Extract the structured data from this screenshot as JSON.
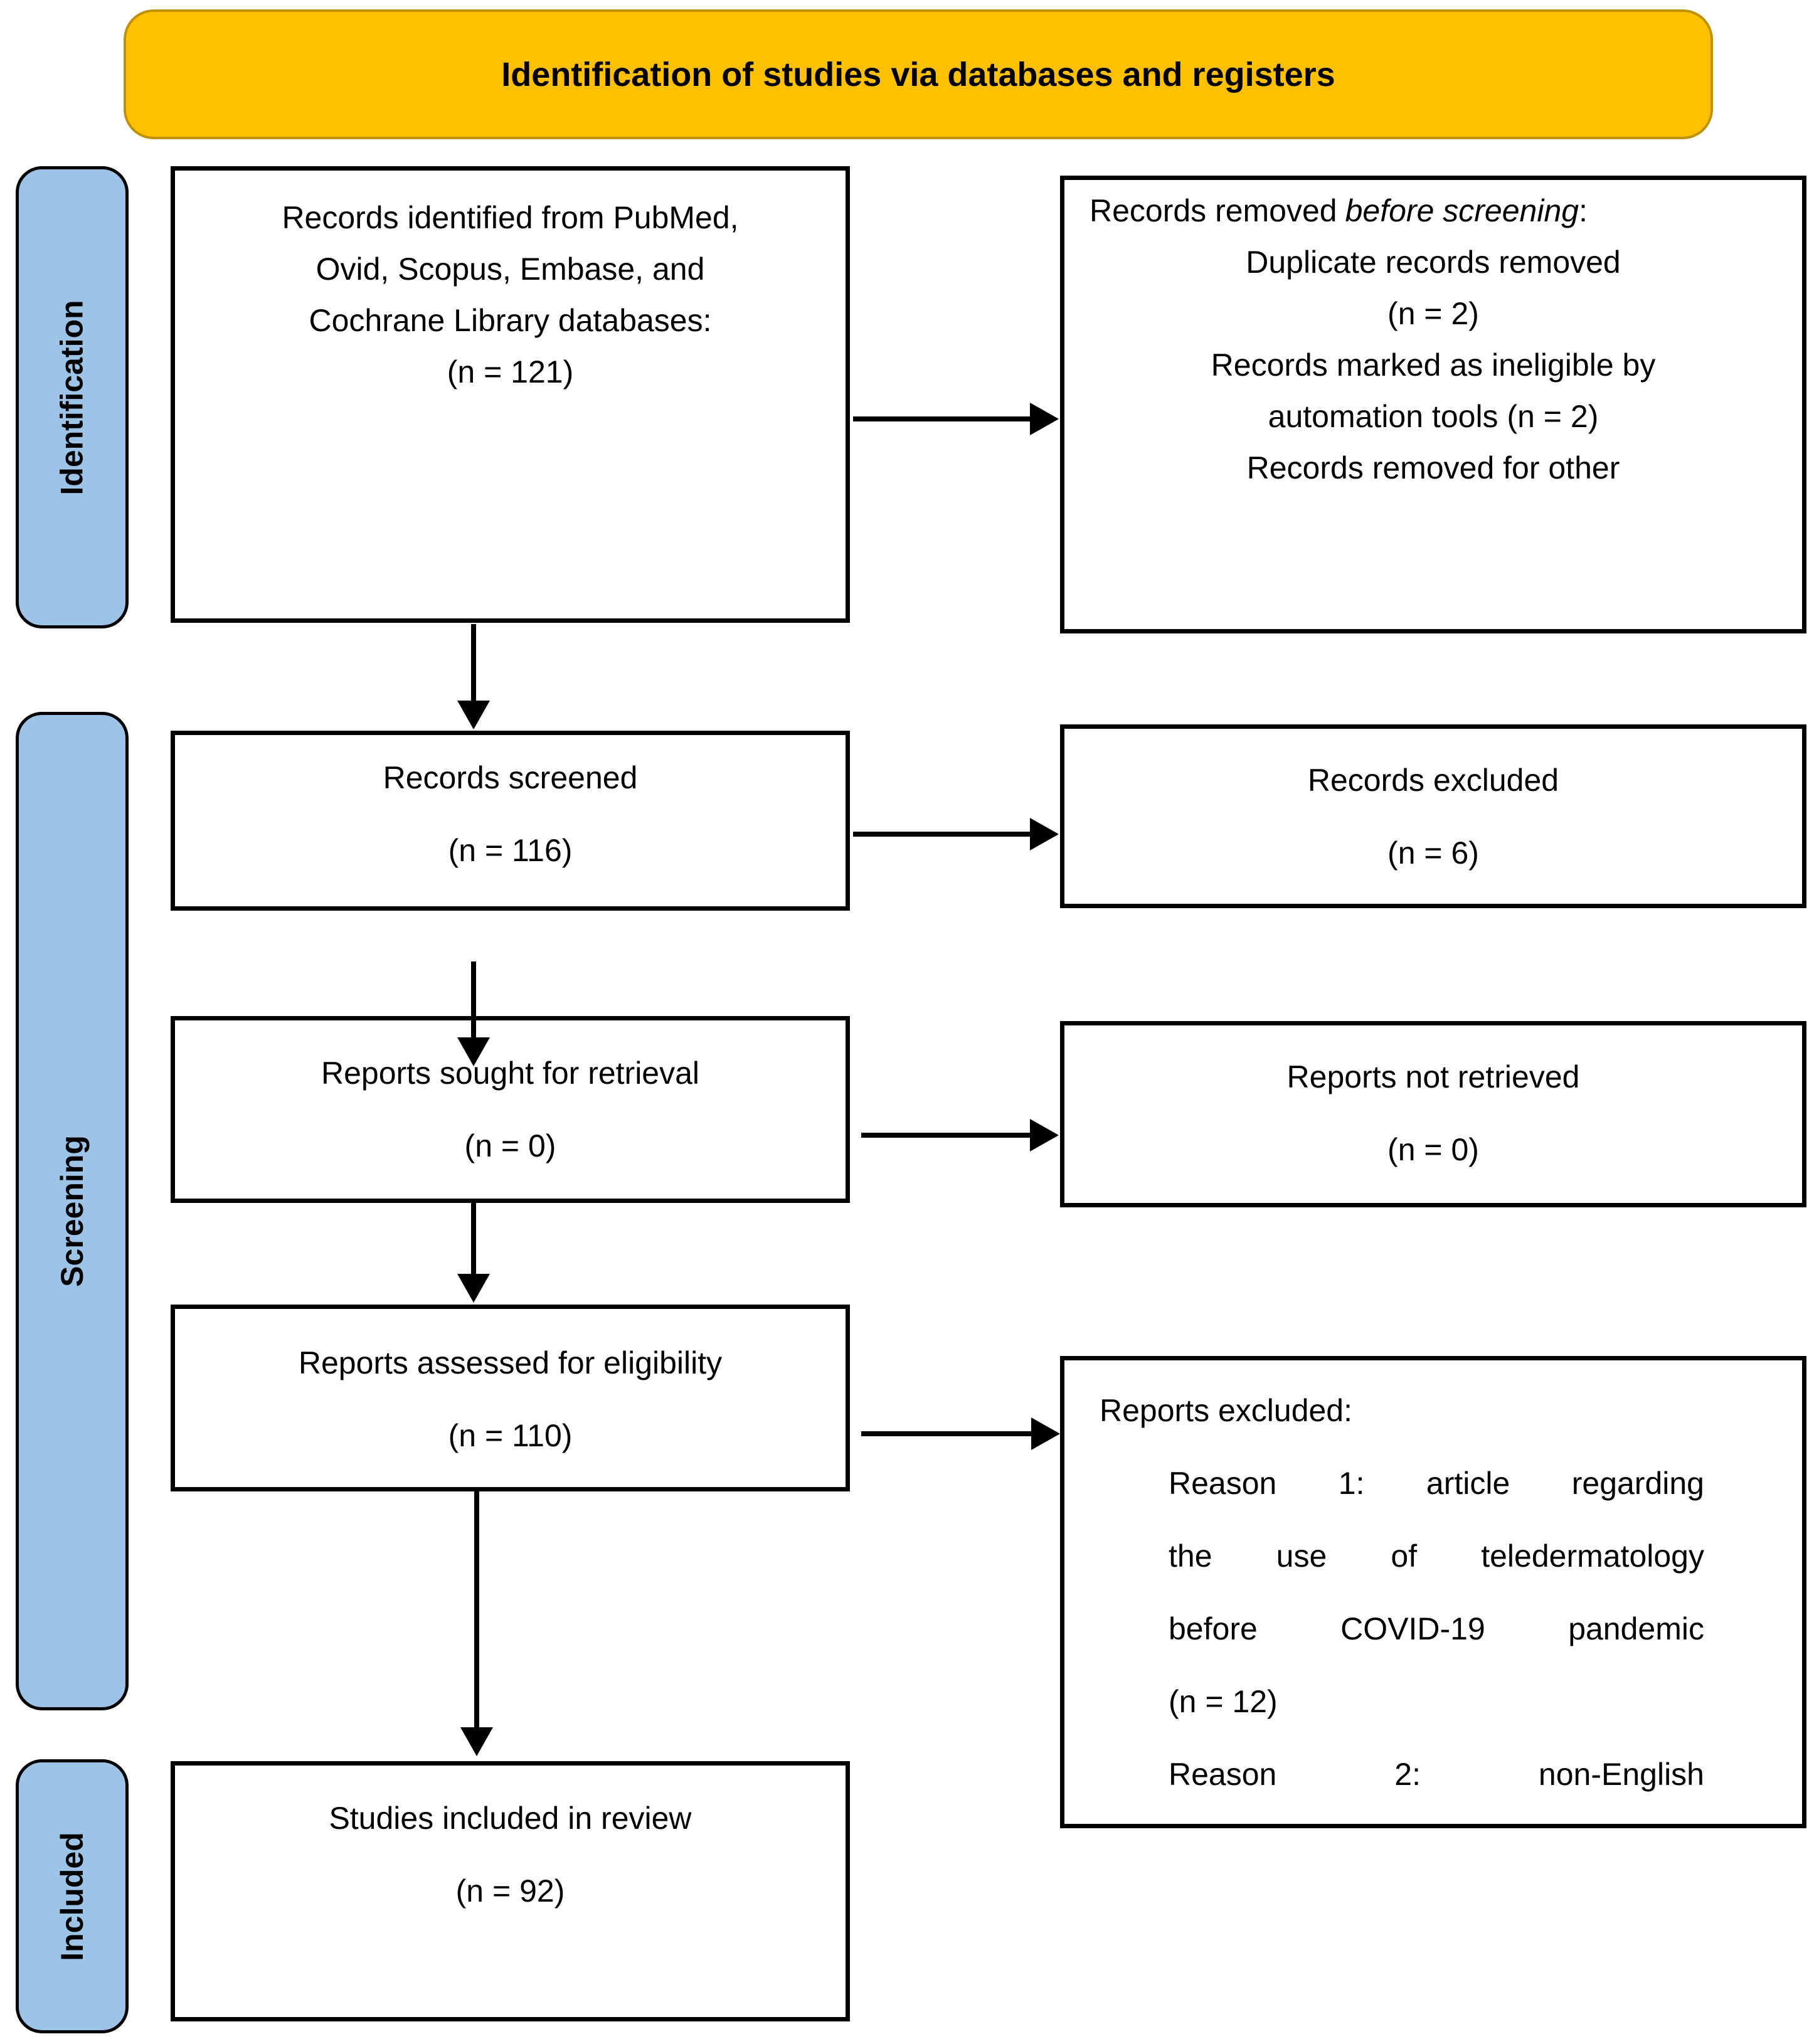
{
  "title": "Identification of studies via databases and registers",
  "colors": {
    "header_bg": "#FFC000",
    "header_border": "#BF9000",
    "stage_bg": "#9DC3E6"
  },
  "stages": [
    {
      "label": "Identification"
    },
    {
      "label": "Screening"
    },
    {
      "label": "Included"
    }
  ],
  "boxes": {
    "identified": {
      "lines": [
        "Records identified from PubMed,",
        "Ovid, Scopus, Embase, and",
        "Cochrane Library databases:",
        "(n = 121)"
      ]
    },
    "removed": {
      "intro_prefix": "Records removed",
      "intro_italic": "before screening",
      "intro_suffix": ":",
      "lines": [
        "Duplicate records removed",
        "(n = 2)",
        "Records marked as ineligible by",
        "automation tools (n = 2)",
        "Records removed for other"
      ]
    },
    "screened": {
      "lines": [
        "Records screened",
        "(n = 116)"
      ]
    },
    "excluded": {
      "lines": [
        "Records excluded",
        "(n = 6)"
      ]
    },
    "sought": {
      "lines": [
        "Reports sought for retrieval",
        "(n = 0)"
      ]
    },
    "not_retrieved": {
      "lines": [
        "Reports not retrieved",
        "(n = 0)"
      ]
    },
    "assessed": {
      "lines": [
        "Reports assessed for eligibility",
        "(n = 110)"
      ]
    },
    "reports_excluded": {
      "title": "Reports excluded:",
      "reason1_lines": [
        [
          "Reason",
          "1:",
          "article",
          "regarding"
        ],
        [
          "the",
          "use",
          "of",
          "teledermatology"
        ],
        [
          "before",
          "COVID-19",
          "pandemic"
        ]
      ],
      "reason1_count": "(n = 12)",
      "reason2_line": [
        "Reason",
        "2:",
        "non-English"
      ]
    },
    "included_review": {
      "lines": [
        "Studies included in review",
        "(n = 92)"
      ]
    }
  }
}
